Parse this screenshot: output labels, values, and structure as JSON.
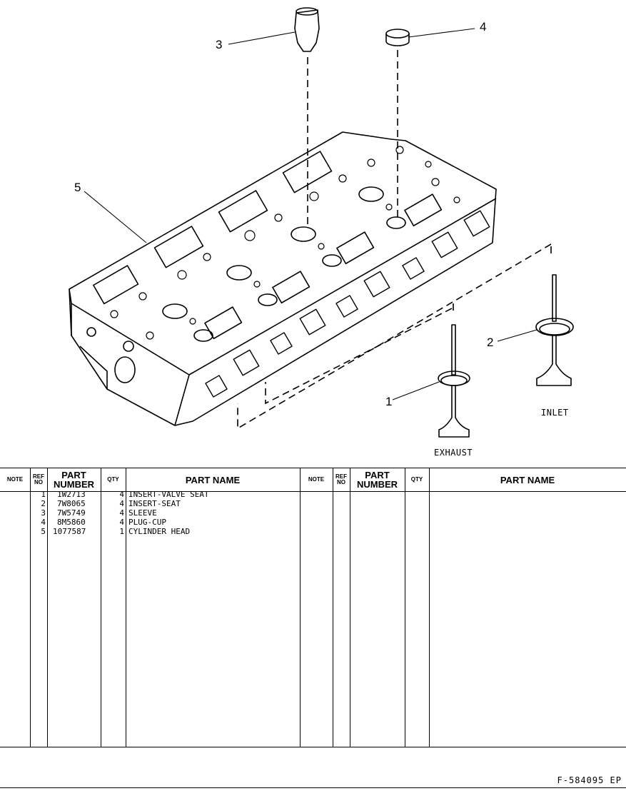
{
  "figure": {
    "callouts": [
      "1",
      "2",
      "3",
      "4",
      "5"
    ],
    "captions": {
      "exhaust": "EXHAUST",
      "inlet": "INLET"
    }
  },
  "table": {
    "headers": {
      "note": "NOTE",
      "ref_no": "REF NO",
      "part_number": "PART NUMBER",
      "qty": "QTY",
      "part_name": "PART NAME"
    },
    "rows": [
      {
        "ref": "1",
        "part_number": "1W2713",
        "qty": "4",
        "name": "INSERT-VALVE SEAT"
      },
      {
        "ref": "2",
        "part_number": "7W8065",
        "qty": "4",
        "name": "INSERT-SEAT"
      },
      {
        "ref": "3",
        "part_number": "7W5749",
        "qty": "4",
        "name": "SLEEVE"
      },
      {
        "ref": "4",
        "part_number": "8M5860",
        "qty": "4",
        "name": "PLUG-CUP"
      },
      {
        "ref": "5",
        "part_number": "1077587",
        "qty": "1",
        "name": "CYLINDER HEAD"
      }
    ]
  },
  "footer": {
    "figure_ref": "F-584095 EP"
  }
}
